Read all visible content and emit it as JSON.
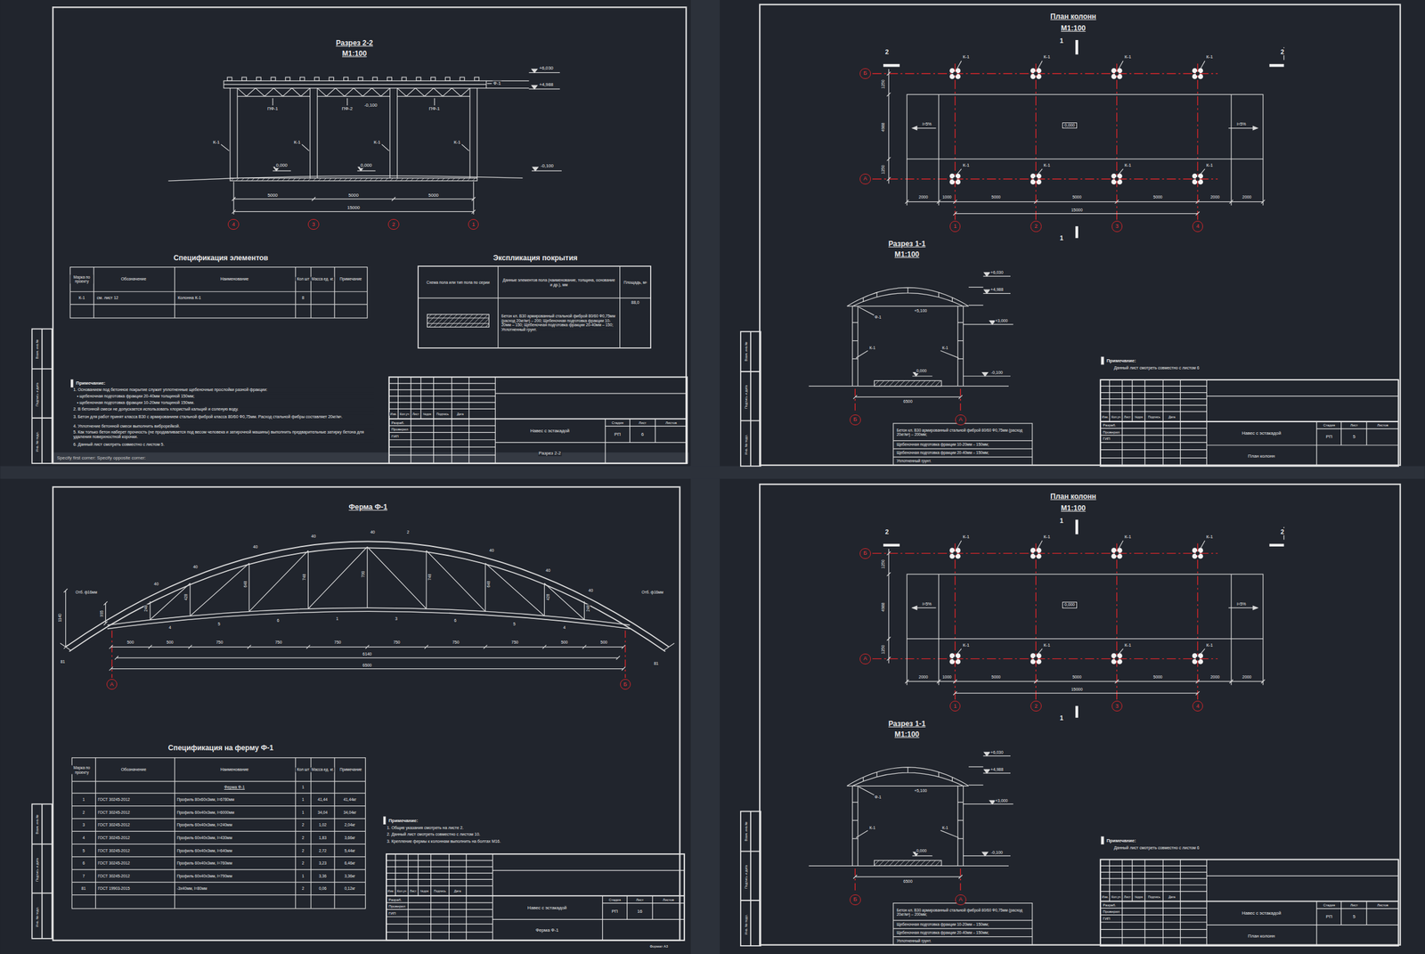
{
  "diagram": {
    "nodes": [
      {
        "text": [
          "4"
        ]
      },
      {
        "text": [
          "3"
        ]
      },
      {
        "text": [
          "2"
        ]
      },
      {
        "text": [
          "1"
        ]
      },
      {
        "text": [
          "Б"
        ]
      },
      {
        "text": [
          "А"
        ]
      },
      {
        "text": [
          "1"
        ]
      },
      {
        "text": [
          "2"
        ]
      },
      {
        "text": [
          "3"
        ]
      },
      {
        "text": [
          "4"
        ]
      },
      {
        "text": [
          "Б"
        ]
      },
      {
        "text": [
          "А"
        ]
      },
      {
        "text": [
          "0,000"
        ]
      },
      {
        "text": [
          "А"
        ]
      },
      {
        "text": [
          "Б"
        ]
      },
      {
        "text": [
          "Б"
        ]
      },
      {
        "text": [
          "А"
        ]
      },
      {
        "text": [
          "1"
        ]
      },
      {
        "text": [
          "2"
        ]
      },
      {
        "text": [
          "3"
        ]
      },
      {
        "text": [
          "4"
        ]
      },
      {
        "text": [
          "Б"
        ]
      },
      {
        "text": [
          "А"
        ]
      },
      {
        "text": [
          "0,000"
        ]
      }
    ],
    "labels": [
      "Разрез 2-2",
      "М1:100",
      "Ф-1",
      "+6,030",
      "+4,988",
      "ПФ-1",
      "ПФ-2",
      "-0,100",
      "ПФ-1",
      "К-1",
      "К-1",
      "К-1",
      "К-1",
      "0,000",
      "0,000",
      "-0,100",
      "5000",
      "5000",
      "5000",
      "15000",
      "Спецификация элементов",
      "Марка по проекту",
      "Обозначение",
      "Наименование",
      "Кол шт",
      "Масса ед. кг.",
      "Примечание",
      "К-1",
      "см. лист 12",
      "Колонна К-1",
      "8",
      "Экспликация покрытия",
      "Схема пола или тип пола по серии",
      "Данные элементов пола (наименование, толщина, основание и др.), мм",
      "Площадь, м²",
      "Бетон кл. В30 армированный стальной фиброй 80/60 Ф0,75мм (расход 20кг/м³) – 200; Щебеночная подготовка фракции 10-20мм – 150; Щебеночная подготовка фракции 20-40мм – 150; Уплотненный грунт.",
      "88,0",
      "Примечание:",
      "1. Основанием под бетонное покрытие служит уплотненные щебеночные прослойки разной фракции:",
      "• щебеночная подготовка фракции 20-40мм толщиной 150мм;",
      "• щебеночная подготовка фракции 10-20мм толщиной 150мм.",
      "2. В бетонной смеси не допускается использовать хлористый кальций и соленую воду.",
      "3. Бетон для работ принят класса В30 с армированием стальной фиброй класса 80/60 Ф0,75мм. Расход стальной фибры составляет 20кг/м³.",
      "4. Уплотнение бетонной смеси выполнить виброрейкой.",
      "5. Как только бетон наберет прочность (не продавливается под весом человека и затирочной машины) выполнить предварительные затирку бетона для удаления поверхностной корочки.",
      "6. Данный лист смотреть совместно с листом 5.",
      "Изм.",
      "Кол.уч",
      "Лист",
      "№док",
      "Подпись",
      "Дата",
      "Разраб.",
      "Проверил",
      "ГИП",
      "Навес с эстакадой",
      "Стадия",
      "Лист",
      "Листов",
      "РП",
      "6",
      "Разрез 2-2",
      "Взам. инв.№",
      "Подпись и дата",
      "Инв. № подл.",
      "Specify first corner: Specify opposite corner:",
      "План колонн",
      "М1:100",
      "2",
      "2",
      "1",
      "1",
      "К-1",
      "К-1",
      "К-1",
      "К-1",
      "К-1",
      "К-1",
      "К-1",
      "К-1",
      "1250",
      "4988",
      "1250",
      "i=5%",
      "i=5%",
      "2000",
      "1000",
      "5000",
      "5000",
      "5000",
      "2000",
      "2000",
      "15000",
      "Разрез 1-1",
      "М1:100",
      "+6,030",
      "+4,988",
      "+5,100",
      "Ф-1",
      "+3,000",
      "К-1",
      "К-1",
      "0,000",
      "-0,100",
      "6500",
      "Бетон кл. В30 армированный стальной фиброй 80/60 Ф0,75мм (расход 20кг/м³) – 200мм;",
      "Щебеночная подготовка фракции 10-20мм – 150мм;",
      "Щебеночная подготовка фракции 20-40мм – 150мм;",
      "Уплотненный грунт.",
      "Примечание:",
      "Данный лист смотреть совместно с листом 6",
      "Изм.",
      "Кол.уч",
      "Лист",
      "№док",
      "Подпись",
      "Дата",
      "Разраб.",
      "Проверил",
      "ГИП",
      "Навес с эстакадой",
      "Стадия",
      "Лист",
      "Листов",
      "РП",
      "5",
      "План колонн",
      "Взам. инв.№",
      "Подпись и дата",
      "Инв. № подл.",
      "Ферма Ф-1",
      "40",
      "40",
      "40",
      "40",
      "40",
      "40",
      "40",
      "40",
      "2",
      "1140",
      "935",
      "248",
      "428",
      "648",
      "748",
      "790",
      "748",
      "648",
      "428",
      "248",
      "Отб. ф16мм",
      "Отб. ф16мм",
      "4",
      "5",
      "6",
      "1",
      "3",
      "6",
      "5",
      "4",
      "500",
      "500",
      "750",
      "750",
      "750",
      "750",
      "750",
      "750",
      "500",
      "500",
      "6140",
      "6500",
      "81",
      "81",
      "Спецификация на ферму Ф-1",
      "Марка по проекту",
      "Обозначение",
      "Наименование",
      "Кол шт",
      "Масса ед. кг.",
      "Примечание",
      "Ферма Ф-1",
      "1",
      "1",
      "ГОСТ 30245-2012",
      "Профиль 80х60х3мм, l=6780мм",
      "1",
      "41,44",
      "41,44кг",
      "2",
      "ГОСТ 30245-2012",
      "Профиль 60х40х3мм, l=6000мм",
      "1",
      "34,04",
      "34,04кг",
      "3",
      "ГОСТ 30245-2012",
      "Профиль 60х40х3мм, l=240мм",
      "2",
      "1,02",
      "2,04кг",
      "4",
      "ГОСТ 30245-2012",
      "Профиль 60х40х3мм, l=430мм",
      "2",
      "1,83",
      "3,66кг",
      "5",
      "ГОСТ 30245-2012",
      "Профиль 60х40х3мм, l=640мм",
      "2",
      "2,72",
      "5,44кг",
      "6",
      "ГОСТ 30245-2012",
      "Профиль 60х40х3мм, l=760мм",
      "2",
      "3,23",
      "6,46кг",
      "7",
      "ГОСТ 30245-2012",
      "Профиль 60х40х3мм, l=790мм",
      "1",
      "3,36",
      "3,36кг",
      "81",
      "ГОСТ 19903-2015",
      "-3х40мм, l=80мм",
      "2",
      "0,06",
      "0,12кг",
      "Примечание:",
      "1. Общие указания смотреть на листе 2.",
      "2. Данный лист смотреть совместно с листом 10.",
      "3. Крепление фермы к колоннам выполнить на болтах М16.",
      "Изм.",
      "Кол.уч",
      "Лист",
      "№док",
      "Подпись",
      "Дата",
      "Разраб.",
      "Проверил",
      "ГИП",
      "Навес с эстакадой",
      "Стадия",
      "Лист",
      "Листов",
      "РП",
      "16",
      "Ферма Ф-1",
      "Взам. инв.№",
      "Подпись и дата",
      "Инв. № подл.",
      "Формат А3",
      "План колонн",
      "М1:100",
      "2",
      "2",
      "1",
      "1",
      "К-1",
      "К-1",
      "К-1",
      "К-1",
      "К-1",
      "К-1",
      "К-1",
      "К-1",
      "1250",
      "4988",
      "1250",
      "i=5%",
      "i=5%",
      "2000",
      "1000",
      "5000",
      "5000",
      "5000",
      "2000",
      "2000",
      "15000",
      "Разрез 1-1",
      "М1:100",
      "+6,030",
      "+4,988",
      "+5,100",
      "Ф-1",
      "+3,000",
      "К-1",
      "К-1",
      "0,000",
      "-0,100",
      "6500",
      "Бетон кл. В30 армированный стальной фиброй 80/60 Ф0,75мм (расход 20кг/м³) – 200мм;",
      "Щебеночная подготовка фракции 10-20мм – 150мм;",
      "Щебеночная подготовка фракции 20-40мм – 150мм;",
      "Уплотненный грунт.",
      "Примечание:",
      "Данный лист смотреть совместно с листом 6",
      "Изм.",
      "Кол.уч",
      "Лист",
      "№док",
      "Подпись",
      "Дата",
      "Разраб.",
      "Проверил",
      "ГИП",
      "Навес с эстакадой",
      "Стадия",
      "Лист",
      "Листов",
      "РП",
      "5",
      "План колонн",
      "Взам. инв.№",
      "Подпись и дата",
      "Инв. № подл."
    ]
  }
}
